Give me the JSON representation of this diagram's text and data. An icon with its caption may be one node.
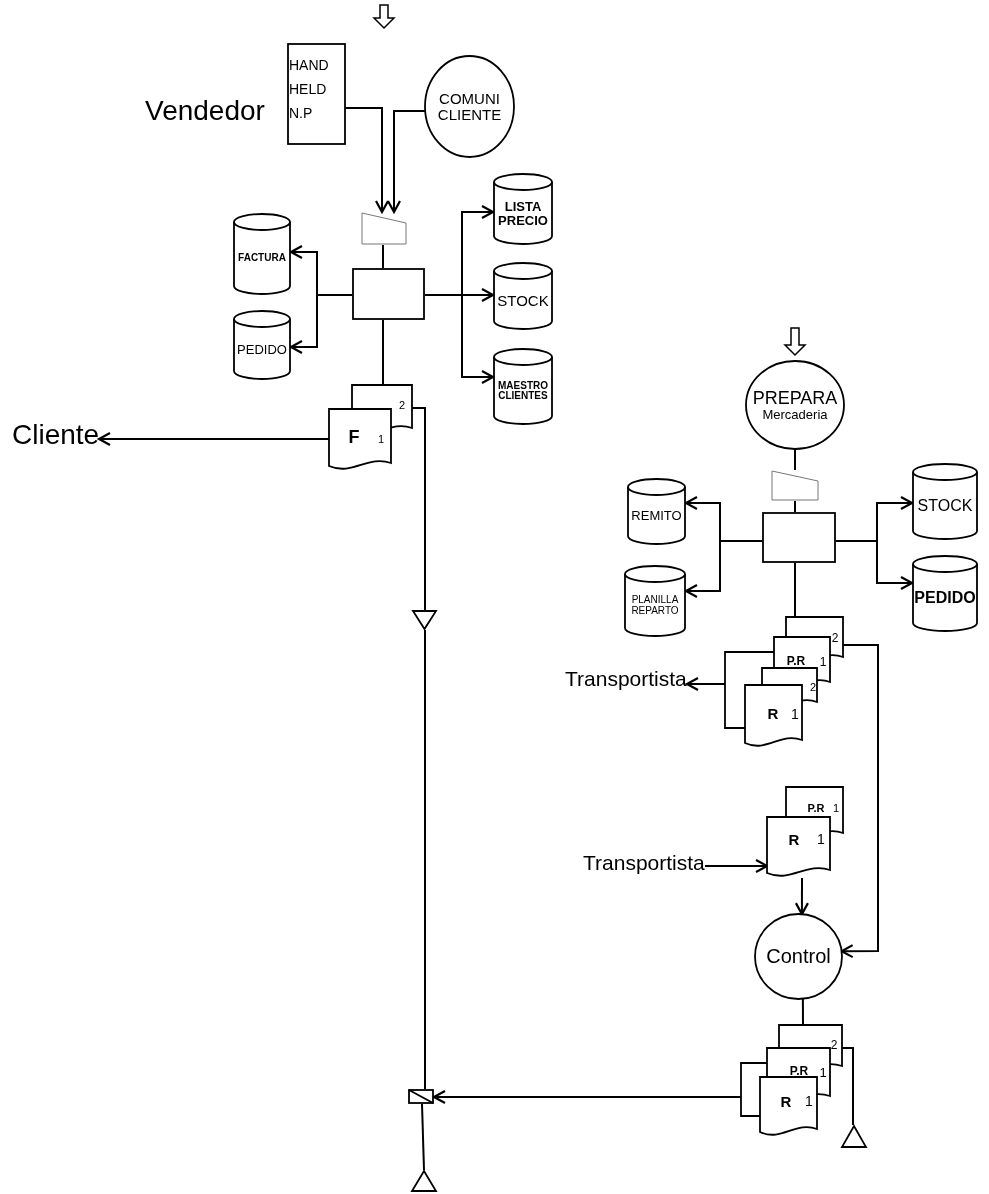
{
  "diagram": {
    "nodes": [
      {
        "text": [
          "HAND HELD N.P"
        ],
        "beside": [
          "Vendedor"
        ]
      },
      {
        "text": [
          "COMUNI CLIENTE"
        ]
      },
      {
        "text": [],
        "shape": "trapezoid"
      },
      {
        "text": [],
        "shape": "box"
      },
      {
        "text": [
          "FACTURA"
        ]
      },
      {
        "text": [
          "PEDIDO"
        ]
      },
      {
        "text": [
          "LISTA PRECIO"
        ]
      },
      {
        "text": [
          "STOCK"
        ]
      },
      {
        "text": [
          "MAESTRO CLIENTES"
        ]
      },
      {
        "text": [
          "F",
          "1",
          "2"
        ]
      },
      {
        "text": [
          "Cliente"
        ]
      },
      {
        "text": [],
        "shape": "triangle"
      },
      {
        "text": [],
        "shape": "box"
      },
      {
        "text": [],
        "shape": "triangle"
      },
      {
        "text": [
          "PREPARA",
          "Mercaderia"
        ]
      },
      {
        "text": [],
        "shape": "trapezoid"
      },
      {
        "text": [],
        "shape": "box"
      },
      {
        "text": [
          "REMITO"
        ]
      },
      {
        "text": [
          "PLANILLA REPARTO"
        ]
      },
      {
        "text": [
          "STOCK"
        ]
      },
      {
        "text": [
          "PEDIDO"
        ]
      },
      {
        "text": [
          "2",
          "P.R",
          "1",
          "2",
          "R",
          "1"
        ]
      },
      {
        "text": [
          "Transportista"
        ]
      },
      {
        "text": [
          "P.R",
          "1",
          "R",
          "1"
        ]
      },
      {
        "text": [
          "Transportista"
        ]
      },
      {
        "text": [
          "Control"
        ]
      },
      {
        "text": [
          "2",
          "P.R",
          "1",
          "R",
          "1"
        ]
      },
      {
        "text": [],
        "shape": "triangle"
      }
    ],
    "edges": [
      {
        "from": 0,
        "to": 2,
        "arrow": "to"
      },
      {
        "from": 1,
        "to": 2,
        "arrow": "to"
      },
      {
        "from": 2,
        "to": 3,
        "arrow": "none"
      },
      {
        "from": 3,
        "to": 4,
        "arrow": "to"
      },
      {
        "from": 3,
        "to": 5,
        "arrow": "to"
      },
      {
        "from": 3,
        "to": 6,
        "arrow": "to"
      },
      {
        "from": 3,
        "to": 7,
        "arrow": "to"
      },
      {
        "from": 3,
        "to": 8,
        "arrow": "to"
      },
      {
        "from": 3,
        "to": 9,
        "arrow": "none"
      },
      {
        "from": 9,
        "to": 10,
        "arrow": "to"
      },
      {
        "from": 9,
        "to": 11,
        "arrow": "none"
      },
      {
        "from": 11,
        "to": 12,
        "arrow": "none"
      },
      {
        "from": 26,
        "to": 12,
        "arrow": "to"
      },
      {
        "from": 12,
        "to": 13,
        "arrow": "none"
      },
      {
        "from": 14,
        "to": 15,
        "arrow": "none"
      },
      {
        "from": 15,
        "to": 16,
        "arrow": "none"
      },
      {
        "from": 16,
        "to": 17,
        "arrow": "to"
      },
      {
        "from": 16,
        "to": 18,
        "arrow": "to"
      },
      {
        "from": 16,
        "to": 19,
        "arrow": "to"
      },
      {
        "from": 16,
        "to": 20,
        "arrow": "to"
      },
      {
        "from": 16,
        "to": 21,
        "arrow": "none"
      },
      {
        "from": 21,
        "to": 22,
        "arrow": "to"
      },
      {
        "from": 21,
        "to": 25,
        "arrow": "to"
      },
      {
        "from": 24,
        "to": 23,
        "arrow": "to"
      },
      {
        "from": 23,
        "to": 25,
        "arrow": "to"
      },
      {
        "from": 25,
        "to": 26,
        "arrow": "none"
      },
      {
        "from": 26,
        "to": 27,
        "arrow": "none"
      }
    ]
  }
}
